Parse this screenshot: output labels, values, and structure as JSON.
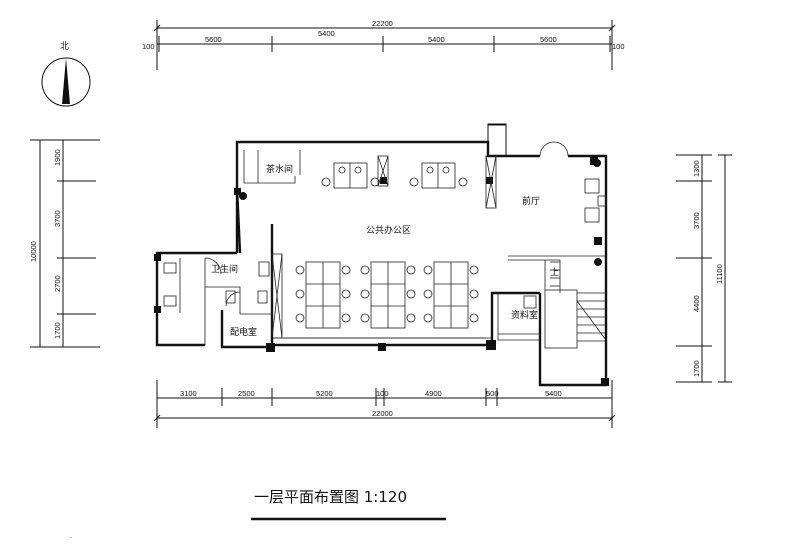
{
  "north_label": "北",
  "top_dims": {
    "total": "22200",
    "segments": [
      "100",
      "5600",
      "5400",
      "5400",
      "5600",
      "100"
    ]
  },
  "bottom_dims": {
    "total": "22000",
    "segments": [
      "3100",
      "2500",
      "5200",
      "100",
      "4900",
      "500",
      "5400"
    ]
  },
  "left_dims": {
    "total": "10000",
    "segments": [
      "1900",
      "3700",
      "2700",
      "1700"
    ]
  },
  "right_dims": {
    "total": "11100",
    "segments": [
      "1300",
      "3700",
      "4400",
      "1700"
    ]
  },
  "rooms": {
    "tea_room": "茶水间",
    "office": "公共办公区",
    "lobby": "前厅",
    "toilet": "卫生间",
    "power_room": "配电室",
    "archive": "资料室",
    "stair_up": "上"
  },
  "caption": "一层平面布置图 1:120",
  "footnote": "."
}
